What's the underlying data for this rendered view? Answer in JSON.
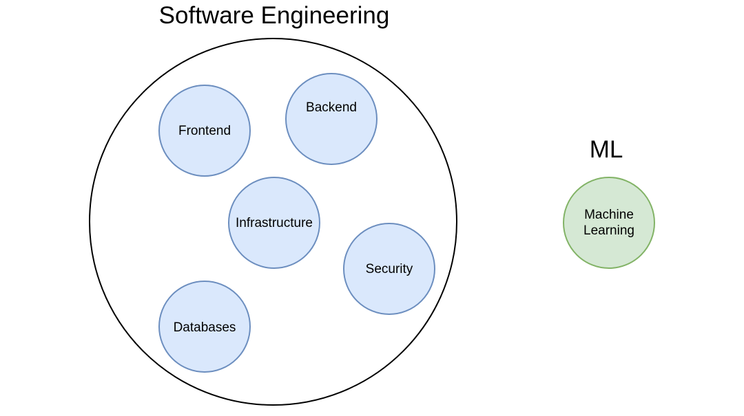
{
  "software_engineering": {
    "title": "Software Engineering",
    "nodes": [
      "Frontend",
      "Backend",
      "Infrastructure",
      "Security",
      "Databases"
    ]
  },
  "ml": {
    "title": "ML",
    "node": "Machine\nLearning"
  },
  "colors": {
    "blue_fill": "#dae8fc",
    "blue_stroke": "#6c8ebf",
    "green_fill": "#d5e8d4",
    "green_stroke": "#82b366"
  }
}
